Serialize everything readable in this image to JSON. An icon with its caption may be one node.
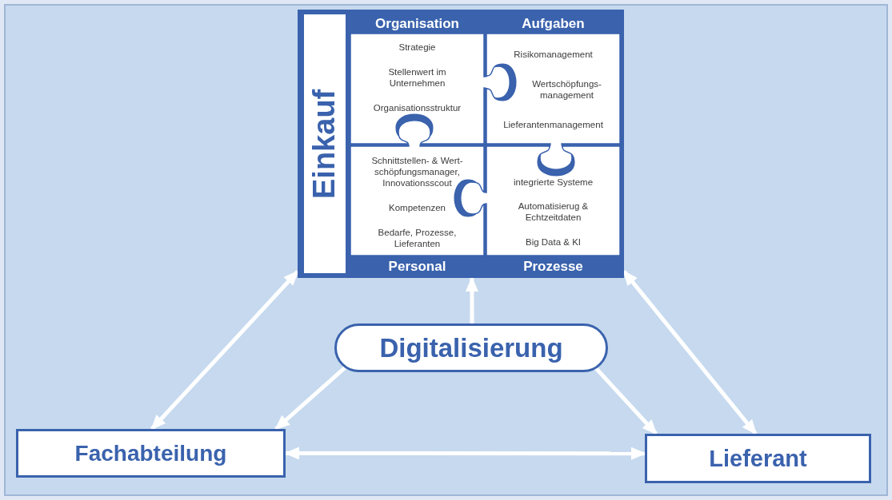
{
  "diagram": {
    "nodes": [
      {
        "text": [
          "Einkauf"
        ]
      },
      {
        "text": [
          "Organisation",
          "Strategie",
          "Stellenwert im Unternehmen",
          "Organisationsstruktur"
        ],
        "in": 0
      },
      {
        "text": [
          "Aufgaben",
          "Risikomanagement",
          "Wertschöpfungs- management",
          "Lieferantenmanagement"
        ],
        "in": 0
      },
      {
        "text": [
          "Schnittstellen- & Wert- schöpfungsmanager, Innovationsscout",
          "Kompetenzen",
          "Bedarfe, Prozesse, Lieferanten",
          "Personal"
        ],
        "in": 0
      },
      {
        "text": [
          "integrierte Systeme",
          "Automatisierug & Echtzeitdaten",
          "Big Data & KI",
          "Prozesse"
        ],
        "in": 0
      },
      {
        "text": [
          "Digitalisierung"
        ]
      },
      {
        "text": [
          "Fachabteilung"
        ]
      },
      {
        "text": [
          "Lieferant"
        ]
      }
    ],
    "edges": [
      {
        "from": 5,
        "to": 0,
        "arrow": "to"
      },
      {
        "from": 5,
        "to": 6,
        "arrow": "to"
      },
      {
        "from": 5,
        "to": 7,
        "arrow": "to"
      },
      {
        "from": 0,
        "to": 6,
        "arrow": "both"
      },
      {
        "from": 0,
        "to": 7,
        "arrow": "both"
      },
      {
        "from": 6,
        "to": 7,
        "arrow": "both"
      }
    ]
  }
}
